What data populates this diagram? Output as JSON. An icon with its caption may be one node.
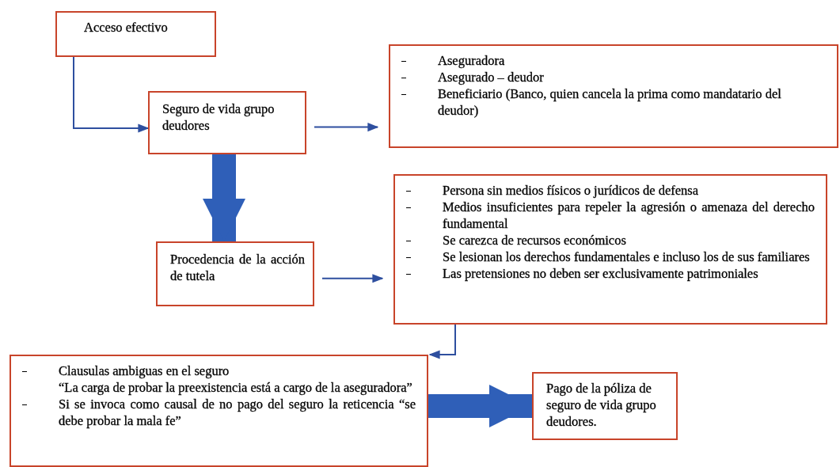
{
  "diagram": {
    "nodes": [
      {
        "text": [
          "Acceso efectivo"
        ]
      },
      {
        "text": [
          "Seguro de vida grupo deudores"
        ]
      },
      {
        "text": [
          "Aseguradora",
          "Asegurado – deudor",
          "Beneficiario (Banco, quien cancela la prima como mandatario del deudor)"
        ]
      },
      {
        "text": [
          "Procedencia de la acción de tutela"
        ]
      },
      {
        "text": [
          "Persona sin medios físicos o jurídicos de defensa",
          "Medios insuficientes para repeler la agresión o amenaza del derecho fundamental",
          "Se carezca de recursos económicos",
          "Se lesionan los derechos fundamentales e incluso los de sus familiares",
          "Las pretensiones no deben ser exclusivamente patrimoniales"
        ]
      },
      {
        "text": [
          "Clausulas ambiguas en el seguro",
          "“La carga de probar la preexistencia está a cargo de la aseguradora”",
          "Si se invoca como causal de no pago del seguro la reticencia “se debe probar la mala fe”"
        ]
      },
      {
        "text": [
          "Pago de la póliza de seguro de vida grupo deudores."
        ]
      }
    ],
    "edges": [
      {
        "from": 0,
        "to": 1,
        "arrow": "to"
      },
      {
        "from": 1,
        "to": 2,
        "arrow": "to"
      },
      {
        "from": 1,
        "to": 3,
        "arrow": "to",
        "style": "thick"
      },
      {
        "from": 3,
        "to": 4,
        "arrow": "to"
      },
      {
        "from": 4,
        "to": 5,
        "arrow": "to"
      },
      {
        "from": 5,
        "to": 6,
        "arrow": "to",
        "style": "thick"
      }
    ]
  }
}
